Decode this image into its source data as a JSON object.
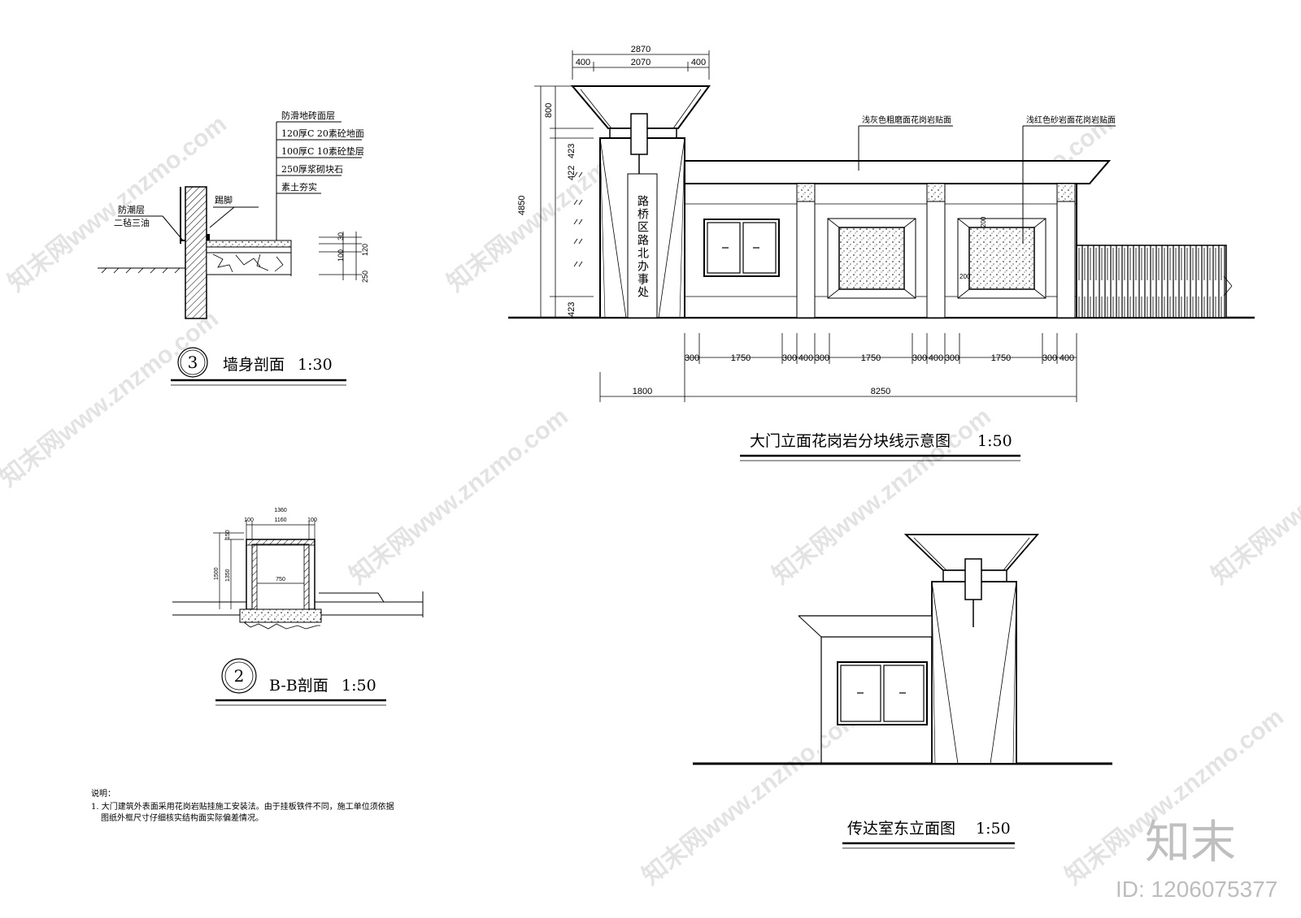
{
  "watermark": {
    "text": "知末网www.znzmo.com",
    "brand": "知末",
    "id": "ID: 1206075377"
  },
  "wall_section": {
    "number": "3",
    "title": "墙身剖面",
    "scale": "1:30",
    "layers": [
      "防滑地砖面层",
      "120厚C 20素砼地面",
      "100厚C 10素砼垫层",
      "250厚浆砌块石",
      "素土夯实"
    ],
    "labels": {
      "damp": "防潮层",
      "felt": "二毡三油",
      "skirting": "踢脚"
    },
    "dims": [
      "30",
      "120",
      "100",
      "250"
    ]
  },
  "gate_elevation": {
    "title": "大门立面花岗岩分块线示意图",
    "scale": "1:50",
    "sign_text": "路桥区路北办事处",
    "notes": {
      "left": "浅灰色粗磨面花岗岩贴面",
      "right": "浅红色砂岩面花岗岩贴面"
    },
    "top_dims": {
      "total": "2870",
      "left": "400",
      "mid": "2070",
      "right": "400"
    },
    "left_dims": {
      "top": "800",
      "d1": "423",
      "d2": "422",
      "total": "4850",
      "bottom": "423"
    },
    "inner_dims": {
      "a": "200",
      "b": "200"
    },
    "bottom_dims": [
      "300",
      "1750",
      "300",
      "400",
      "300",
      "1750",
      "300",
      "400",
      "300",
      "1750",
      "300",
      "400"
    ],
    "bottom_total": {
      "left": "1800",
      "right": "8250"
    }
  },
  "bb_section": {
    "number": "2",
    "title": "B-B剖面",
    "scale": "1:50",
    "dims": {
      "w": "1360",
      "inner": "1160",
      "l": "100",
      "r": "100",
      "h": "1500",
      "h2": "1350",
      "top": "150",
      "mid": "750"
    }
  },
  "guard_elevation": {
    "title": "传达室东立面图",
    "scale": "1:50"
  },
  "notes": {
    "heading": "说明：",
    "line1": "1. 大门建筑外表面采用花岗岩贴挂施工安装法。由于挂板铁件不同，施工单位须依据",
    "line2": "图纸外框尺寸仔细核实结构面实际偏差情况。"
  }
}
